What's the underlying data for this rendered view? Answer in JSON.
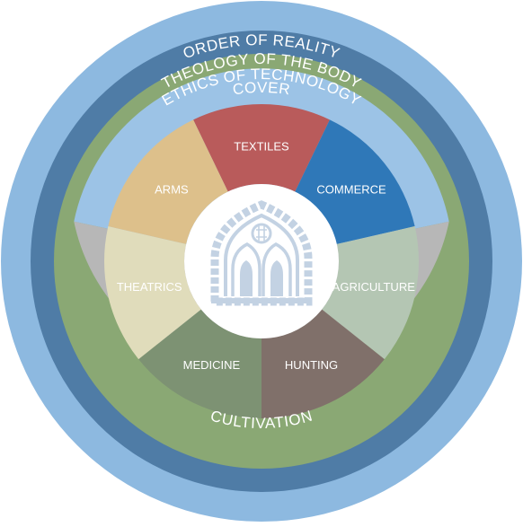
{
  "diagram": {
    "rings": [
      {
        "label": "ORDER OF REALITY",
        "color": "#8db9e0",
        "text_color": "#ffffff"
      },
      {
        "label": "THEOLOGY OF THE BODY",
        "color": "#4f7ca6",
        "text_color": "#ffffff"
      },
      {
        "label": "ETHICS OF TECHNOLOGY",
        "color": "#8aa874",
        "text_color": "#ffffff"
      },
      {
        "label": "COVER",
        "color": "#9cc3e6",
        "text_color": "#ffffff"
      }
    ],
    "cultivation": {
      "label": "CULTIVATION",
      "color": "#b7b7b7",
      "text_color": "#ffffff"
    },
    "segments": [
      {
        "label": "TEXTILES",
        "color": "#b95b5b"
      },
      {
        "label": "COMMERCE",
        "color": "#2f78b8"
      },
      {
        "label": "AGRICULTURE",
        "color": "#b4c6b3"
      },
      {
        "label": "HUNTING",
        "color": "#80706a"
      },
      {
        "label": "MEDICINE",
        "color": "#7d9273"
      },
      {
        "label": "THEATRICS",
        "color": "#e0dcbb"
      },
      {
        "label": "ARMS",
        "color": "#ddc08b"
      }
    ],
    "center": {
      "background": "#ffffff",
      "emblem_color": "#c3d2e3",
      "emblem_icon": "gothic-window-icon"
    }
  }
}
